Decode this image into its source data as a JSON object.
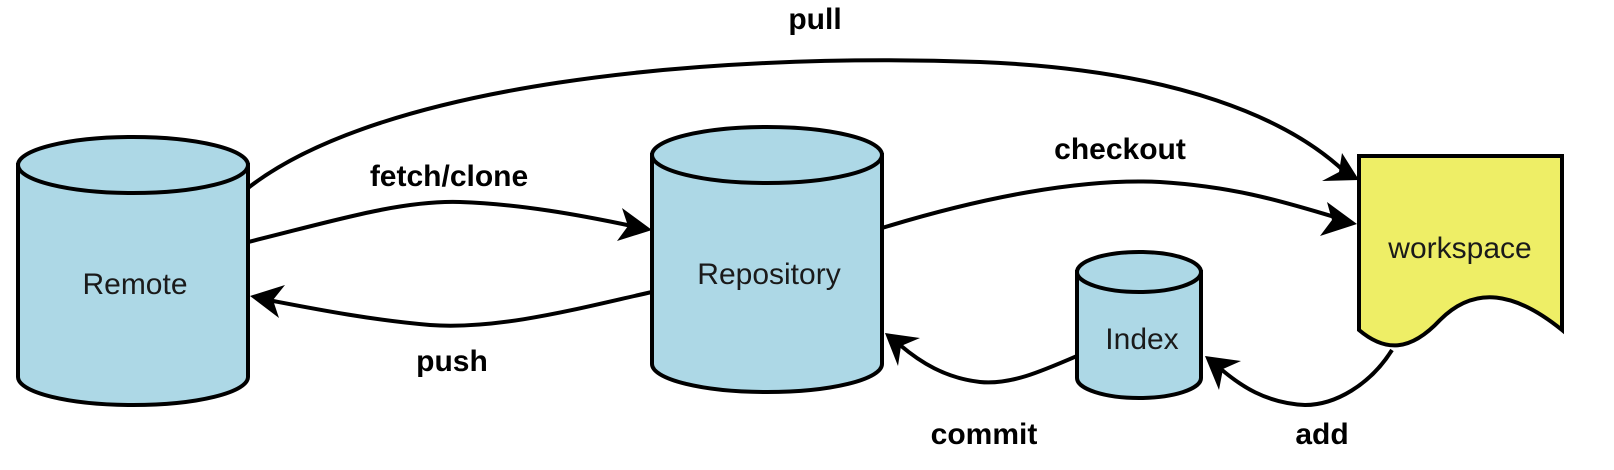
{
  "colors": {
    "cylinder_fill": "#add8e6",
    "workspace_fill": "#eeee66",
    "stroke": "#000000"
  },
  "nodes": {
    "remote": "Remote",
    "repository": "Repository",
    "index": "Index",
    "workspace": "workspace"
  },
  "edges": {
    "pull": "pull",
    "fetch_clone": "fetch/clone",
    "checkout": "checkout",
    "push": "push",
    "commit": "commit",
    "add": "add"
  }
}
